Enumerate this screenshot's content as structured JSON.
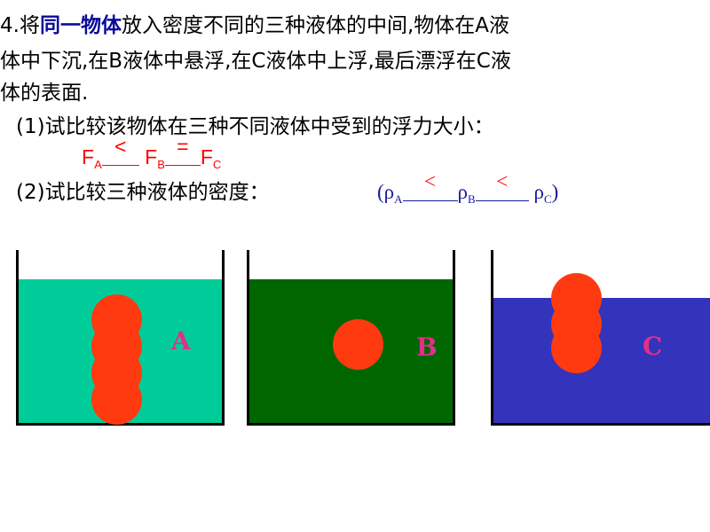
{
  "question": {
    "l1_pre": "4.将",
    "l1_hl": "同一物体",
    "l1_post": "放入密度不同的三种液体的中间,物体在A液",
    "l2": "体中下沉,在B液体中悬浮,在C液体中上浮,最后漂浮在C液",
    "l3": "体的表面.",
    "q1": "(1)试比较该物体在三种不同液体中受到的浮力大小：",
    "q2": "(2)试比较三种液体的密度："
  },
  "answer1": {
    "F": "F",
    "sub_a": "A",
    "sub_b": "B",
    "sub_c": "C",
    "rel1": "<",
    "rel2": "="
  },
  "answer2": {
    "open": "(",
    "close": ")",
    "rho": "ρ",
    "sub_a": "A",
    "sub_b": "B",
    "sub_c": "C",
    "rel1": "<",
    "rel2": "<"
  },
  "tanks": [
    {
      "label": "A",
      "liquid_color": "#00cc99",
      "state": "sinks"
    },
    {
      "label": "B",
      "liquid_color": "#006600",
      "state": "suspended"
    },
    {
      "label": "C",
      "liquid_color": "#3333bb",
      "state": "rises then floats"
    }
  ],
  "colors": {
    "ball": "#ff3a10",
    "tank_label": "#e0308a",
    "answer_red": "#ff0000",
    "answer_blue": "#1a1aa0"
  }
}
